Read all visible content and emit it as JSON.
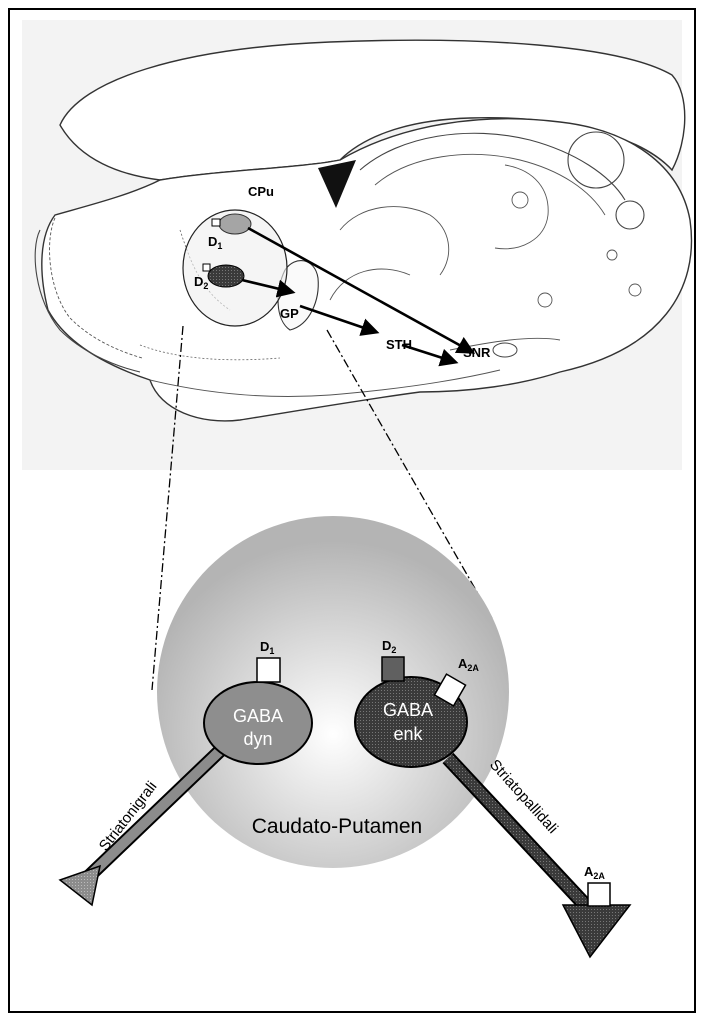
{
  "brain_labels": {
    "cpu": "CPu",
    "d1": "D",
    "d1_sub": "1",
    "d2": "D",
    "d2_sub": "2",
    "gp": "GP",
    "sth": "STH",
    "snr": "SNR"
  },
  "neuron_left": {
    "line1": "GABA",
    "line2": "dyn",
    "receptor": "D",
    "receptor_sub": "1",
    "pathway": "Striatonigrali"
  },
  "neuron_right": {
    "line1": "GABA",
    "line2": "enk",
    "receptor_d": "D",
    "receptor_d_sub": "2",
    "receptor_a": "A",
    "receptor_a_sub": "2A",
    "terminal_receptor": "A",
    "terminal_receptor_sub": "2A",
    "pathway": "Striatopallidali"
  },
  "region_label": "Caudato-Putamen",
  "colors": {
    "outline": "#000000",
    "brain_fill": "#f2f2f2",
    "sphere_edge": "#b0b0b0",
    "sphere_center": "#ffffff",
    "neuron_left": "#8a8a8a",
    "neuron_right": "#3c3c3c"
  }
}
